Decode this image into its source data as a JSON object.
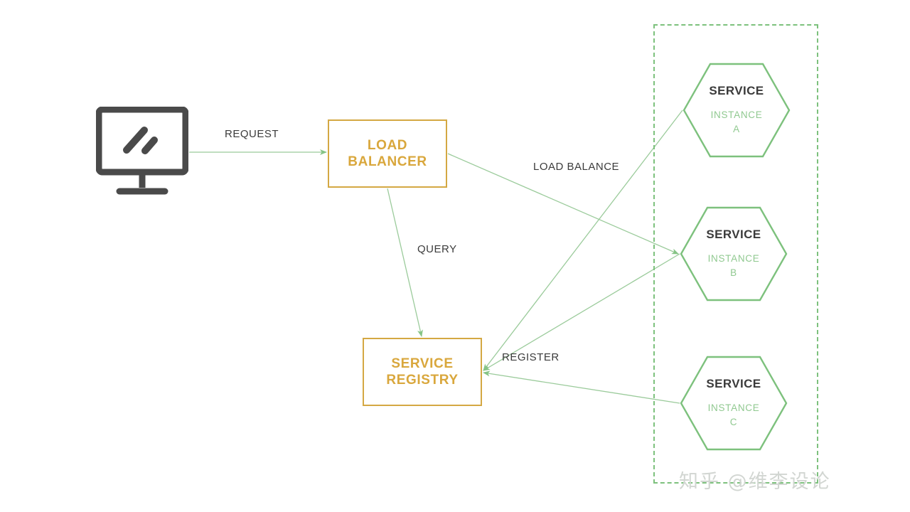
{
  "diagram": {
    "title": "Microservice load balancing and service registry diagram",
    "colors": {
      "amber": "#d4a843",
      "amber_text": "#d9a73c",
      "green": "#7dc17d",
      "green_light": "#90c990",
      "line": "#9bcb9b",
      "dark_text": "#3b3b3b",
      "watermark": "#d2d6d2",
      "monitor": "#4a4a4a",
      "background": "#ffffff"
    }
  },
  "client": {
    "icon": "monitor-icon",
    "label": ""
  },
  "nodes": {
    "load_balancer": {
      "label": "LOAD\nBALANCER",
      "line1": "LOAD",
      "line2": "BALANCER"
    },
    "service_registry": {
      "label": "SERVICE\nREGISTRY",
      "line1": "SERVICE",
      "line2": "REGISTRY"
    }
  },
  "services": {
    "container_label": "",
    "items": [
      {
        "title": "SERVICE",
        "instance_line1": "INSTANCE",
        "instance_line2": "A",
        "instance": "INSTANCE A"
      },
      {
        "title": "SERVICE",
        "instance_line1": "INSTANCE",
        "instance_line2": "B",
        "instance": "INSTANCE B"
      },
      {
        "title": "SERVICE",
        "instance_line1": "INSTANCE",
        "instance_line2": "C",
        "instance": "INSTANCE C"
      }
    ]
  },
  "edges": {
    "request": "REQUEST",
    "query": "QUERY",
    "load_balance": "LOAD BALANCE",
    "register": "REGISTER"
  },
  "watermark": {
    "text": "知乎 @维李设论"
  }
}
